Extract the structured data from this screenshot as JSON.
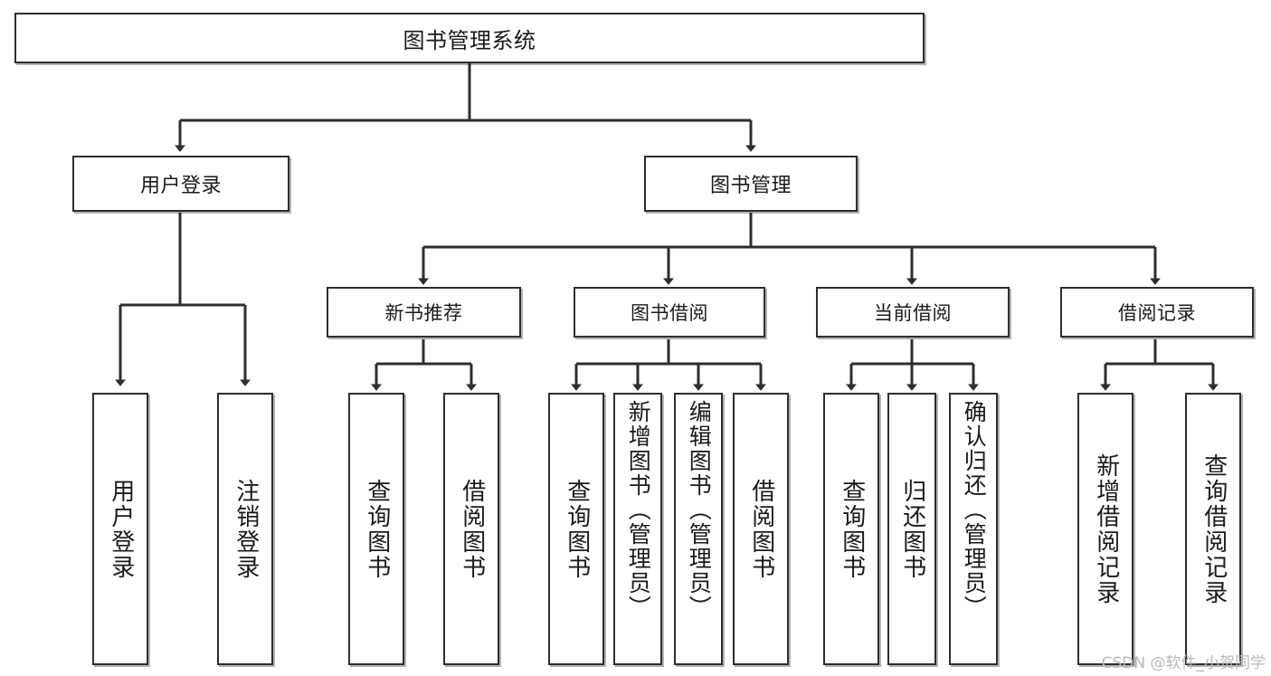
{
  "diagram": {
    "type": "tree",
    "title": "图书管理系统",
    "root": {
      "id": "root",
      "label": "图书管理系统"
    },
    "level1": [
      {
        "id": "user-login",
        "label": "用户登录"
      },
      {
        "id": "book-manage",
        "label": "图书管理"
      }
    ],
    "level2": [
      {
        "id": "new-book-recommend",
        "label": "新书推荐",
        "parent": "book-manage"
      },
      {
        "id": "book-borrow",
        "label": "图书借阅",
        "parent": "book-manage"
      },
      {
        "id": "current-borrow",
        "label": "当前借阅",
        "parent": "book-manage"
      },
      {
        "id": "borrow-record",
        "label": "借阅记录",
        "parent": "book-manage"
      }
    ],
    "leaves": [
      {
        "id": "leaf-user-login",
        "label": "用户登录",
        "parent": "user-login"
      },
      {
        "id": "leaf-user-logout",
        "label": "注销登录",
        "parent": "user-login"
      },
      {
        "id": "leaf-query-book-1",
        "label": "查询图书",
        "parent": "new-book-recommend"
      },
      {
        "id": "leaf-borrow-book-1",
        "label": "借阅图书",
        "parent": "new-book-recommend"
      },
      {
        "id": "leaf-query-book-2",
        "label": "查询图书",
        "parent": "book-borrow"
      },
      {
        "id": "leaf-add-book",
        "label": "新增图书（管理员）",
        "parent": "book-borrow"
      },
      {
        "id": "leaf-edit-book",
        "label": "编辑图书（管理员）",
        "parent": "book-borrow"
      },
      {
        "id": "leaf-borrow-book-2",
        "label": "借阅图书",
        "parent": "book-borrow"
      },
      {
        "id": "leaf-query-book-3",
        "label": "查询图书",
        "parent": "current-borrow"
      },
      {
        "id": "leaf-return-book",
        "label": "归还图书",
        "parent": "current-borrow"
      },
      {
        "id": "leaf-confirm-return",
        "label": "确认归还（管理员）",
        "parent": "current-borrow"
      },
      {
        "id": "leaf-add-record",
        "label": "新增借阅记录",
        "parent": "borrow-record"
      },
      {
        "id": "leaf-query-record",
        "label": "查询借阅记录",
        "parent": "borrow-record"
      }
    ],
    "colors": {
      "box_border": "#2e2e2e",
      "box_fill": "#ffffff",
      "edge": "#2e2e2e",
      "text": "#1a1a1a",
      "background": "#ffffff",
      "watermark": "#b9b9b9"
    }
  },
  "watermark": {
    "text": "CSDN @软件_小贺同学"
  }
}
